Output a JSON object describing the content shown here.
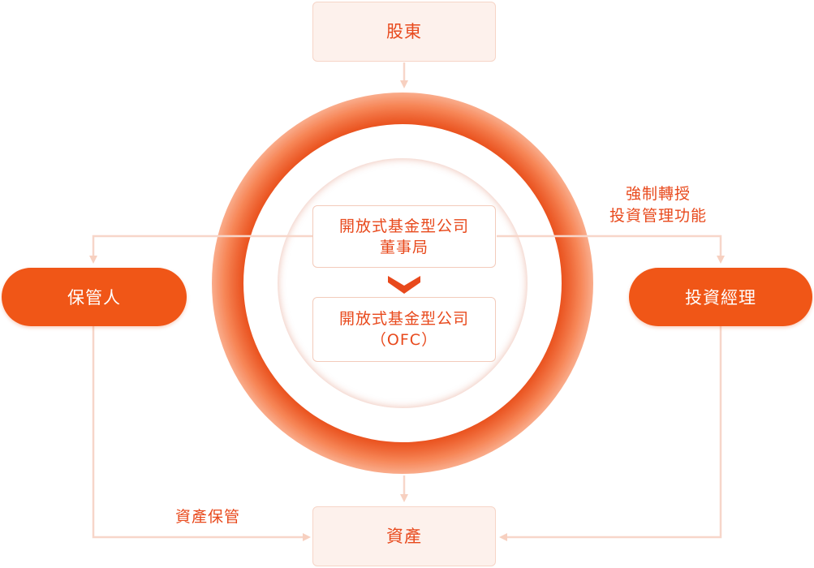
{
  "nodes": {
    "shareholders": "股東",
    "board_line1": "開放式基金型公司",
    "board_line2": "董事局",
    "ofc_line1": "開放式基金型公司",
    "ofc_line2": "（OFC）",
    "custodian": "保管人",
    "investment_manager": "投資經理",
    "assets": "資產"
  },
  "labels": {
    "delegation_line1": "強制轉授",
    "delegation_line2": "投資管理功能",
    "asset_custody": "資產保管"
  },
  "colors": {
    "accent": "#f05617",
    "accent_dark": "#e8491c",
    "light_fill": "#fdf1ec",
    "connector": "#f7d6c9"
  },
  "icons": {
    "down_chevron": "chevron-down-icon"
  }
}
